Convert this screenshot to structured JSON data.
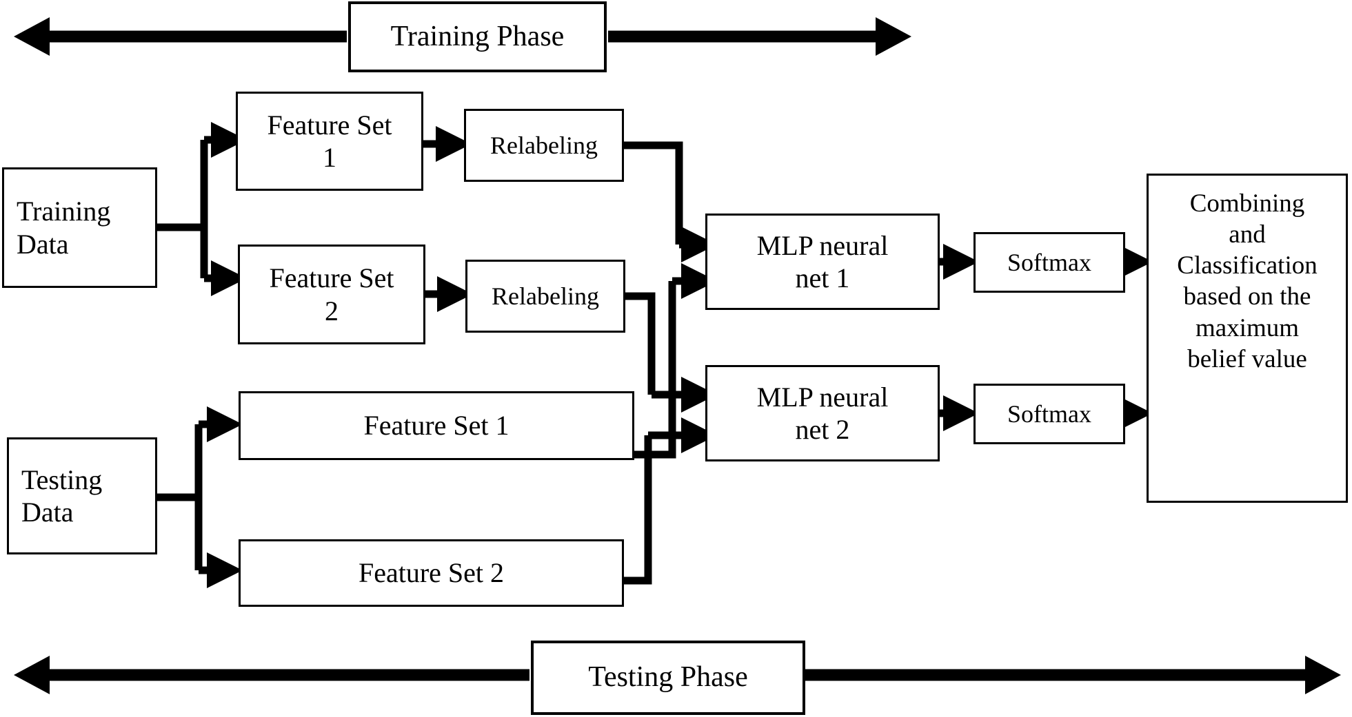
{
  "diagram": {
    "title": "Training and Testing Phase Block Diagram",
    "colors": {
      "stroke": "#000000",
      "fill": "#ffffff"
    },
    "phase_banners": {
      "training": {
        "label": "Training Phase",
        "arrow_style": "double-headed",
        "position": "top"
      },
      "testing": {
        "label": "Testing Phase",
        "arrow_style": "double-headed",
        "position": "bottom"
      }
    },
    "nodes": {
      "training_data": "Training\nData",
      "training_feature_set_1": "Feature Set\n1",
      "training_feature_set_2": "Feature Set\n2",
      "relabeling_1": "Relabeling",
      "relabeling_2": "Relabeling",
      "testing_data": "Testing\nData",
      "testing_feature_set_1": "Feature Set 1",
      "testing_feature_set_2": "Feature Set 2",
      "mlp_neural_net_1": "MLP neural\nnet 1",
      "mlp_neural_net_2": "MLP neural\nnet 2",
      "softmax_1": "Softmax",
      "softmax_2": "Softmax",
      "combining_classification": "Combining\nand\nClassification\nbased on the\nmaximum\nbelief value"
    },
    "edges": [
      {
        "from": "training_data",
        "to": "training_feature_set_1"
      },
      {
        "from": "training_data",
        "to": "training_feature_set_2"
      },
      {
        "from": "training_feature_set_1",
        "to": "relabeling_1"
      },
      {
        "from": "training_feature_set_2",
        "to": "relabeling_2"
      },
      {
        "from": "relabeling_1",
        "to": "mlp_neural_net_1"
      },
      {
        "from": "relabeling_2",
        "to": "mlp_neural_net_2"
      },
      {
        "from": "testing_data",
        "to": "testing_feature_set_1"
      },
      {
        "from": "testing_data",
        "to": "testing_feature_set_2"
      },
      {
        "from": "testing_feature_set_1",
        "to": "mlp_neural_net_1"
      },
      {
        "from": "testing_feature_set_2",
        "to": "mlp_neural_net_2"
      },
      {
        "from": "mlp_neural_net_1",
        "to": "softmax_1"
      },
      {
        "from": "mlp_neural_net_2",
        "to": "softmax_2"
      },
      {
        "from": "softmax_1",
        "to": "combining_classification"
      },
      {
        "from": "softmax_2",
        "to": "combining_classification"
      }
    ]
  }
}
